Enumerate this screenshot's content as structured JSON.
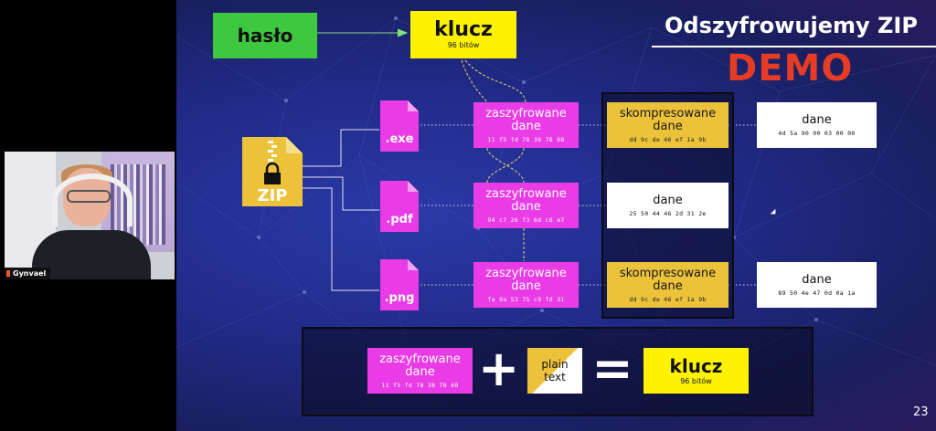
{
  "webcam": {
    "name": "Gynvael"
  },
  "slide": {
    "title": "Odszyfrowujemy ZIP",
    "demo": "DEMO",
    "number": "23",
    "password": "hasło",
    "key": {
      "label": "klucz",
      "sub": "96 bitów"
    },
    "zip_label": "ZIP",
    "files": [
      {
        "ext": ".exe",
        "enc": "zaszyfrowane dane",
        "enc_hex": "11 f5 fd 78 38 78 68",
        "mid": "skompresowane dane",
        "mid_hex": "dd 9c de 46 ef 1a 9b",
        "mid_style": "compressed",
        "out": "dane",
        "out_hex": "4d 5a 90 00 03 00 00"
      },
      {
        "ext": ".pdf",
        "enc": "zaszyfrowane dane",
        "enc_hex": "94 c7 26 f3 6d c8 e7",
        "mid": "dane",
        "mid_hex": "25 50 44 46 2d 31 2e",
        "mid_style": "plain"
      },
      {
        "ext": ".png",
        "enc": "zaszyfrowane dane",
        "enc_hex": "fa 9a 53 75 c9 fd 31",
        "mid": "skompresowane dane",
        "mid_hex": "dd 9c de 46 ef 1a 9b",
        "mid_style": "compressed",
        "out": "dane",
        "out_hex": "89 50 4e 47 0d 0a 1a"
      }
    ],
    "formula": {
      "enc": "zaszyfrowane dane",
      "enc_hex": "11 f5 fd 78 38 78 68",
      "plus": "+",
      "plain": "plain text",
      "equals": "=",
      "key": "klucz",
      "key_sub": "96 bitów"
    },
    "colors": {
      "magenta": "#e93ce6",
      "gold": "#ecc23b",
      "green": "#3ec83f",
      "yellow": "#fff200",
      "red": "#e53c26"
    }
  }
}
